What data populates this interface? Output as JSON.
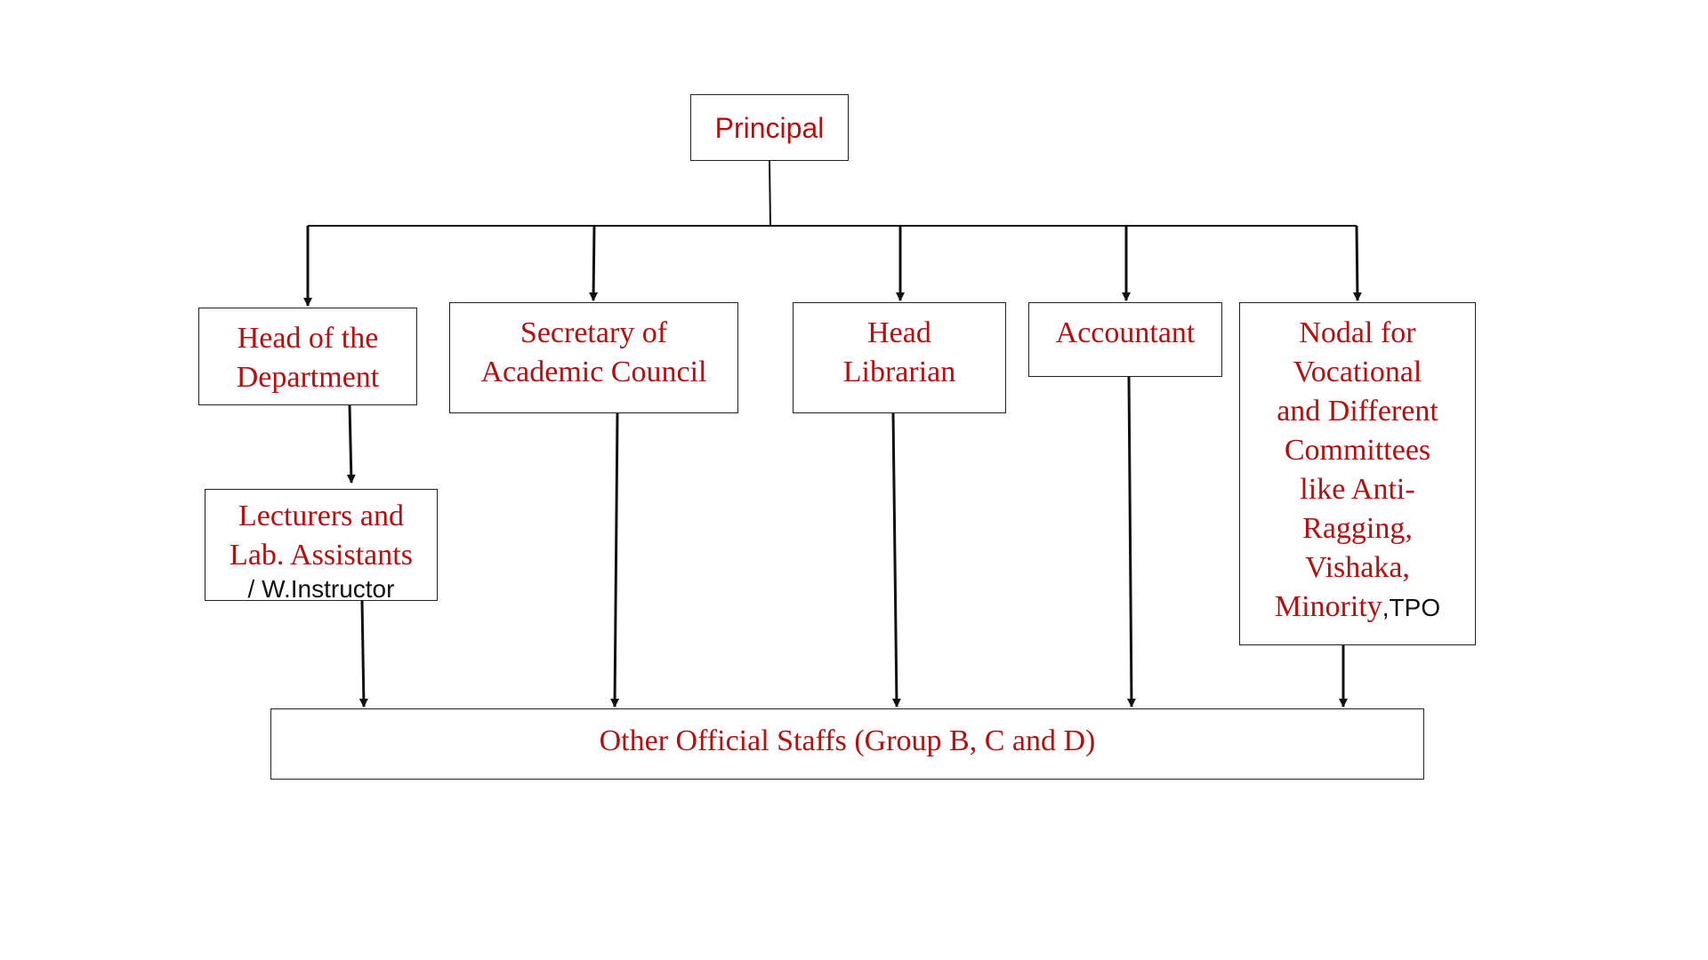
{
  "nodes": {
    "principal": "Principal",
    "hod": [
      "Head of the",
      "Department"
    ],
    "secretary": [
      "Secretary of",
      "Academic Council"
    ],
    "librarian": [
      "Head",
      "Librarian"
    ],
    "accountant": "Accountant",
    "nodal": [
      "Nodal for",
      "Vocational",
      "and Different",
      "Committees",
      "like Anti-",
      "Ragging,",
      "Vishaka,",
      "Minority"
    ],
    "nodal_suffix": ",TPO",
    "lecturers": [
      "Lecturers and",
      "Lab. Assistants"
    ],
    "lecturers_suffix": "/ W.Instructor",
    "staffs": "Other Official Staffs (Group B, C and D)"
  },
  "colors": {
    "node_text": "#b50f0f",
    "suffix_text": "#111111",
    "lines": "#111111"
  }
}
